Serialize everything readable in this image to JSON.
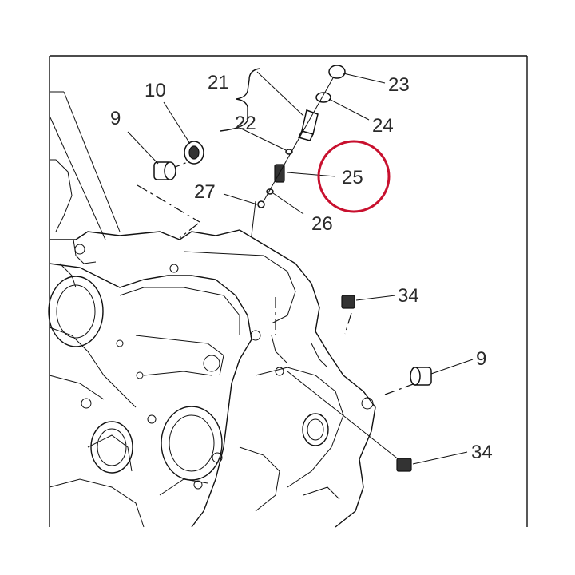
{
  "labels": {
    "p9_left": "9",
    "p10": "10",
    "p21": "21",
    "p22": "22",
    "p23": "23",
    "p24": "24",
    "p25": "25",
    "p26": "26",
    "p27": "27",
    "p34_top": "34",
    "p9_right": "9",
    "p34_bottom": "34"
  },
  "highlight": {
    "part": "25",
    "color": "#c8102e"
  }
}
